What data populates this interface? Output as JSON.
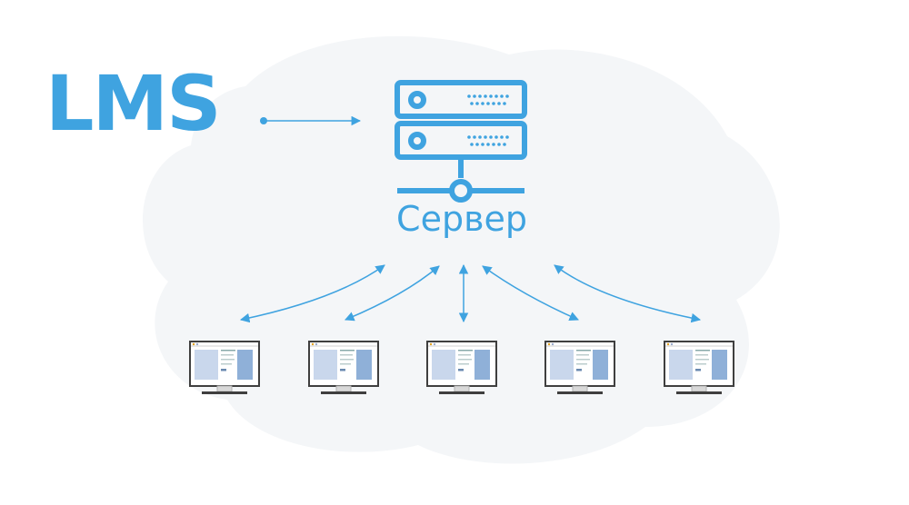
{
  "title": "LMS",
  "server": {
    "label": "Сервер",
    "icon": "server-icon"
  },
  "clients": [
    {
      "name": "client-computer-1",
      "icon": "monitor-icon"
    },
    {
      "name": "client-computer-2",
      "icon": "monitor-icon"
    },
    {
      "name": "client-computer-3",
      "icon": "monitor-icon"
    },
    {
      "name": "client-computer-4",
      "icon": "monitor-icon"
    },
    {
      "name": "client-computer-5",
      "icon": "monitor-icon"
    }
  ],
  "colors": {
    "accent": "#3fa3e0",
    "cloud": "#f4f6f8",
    "screen_frame": "#3f3f3f",
    "screen_panel": "#c9d7ec",
    "screen_sidebar": "#8fb0d8"
  }
}
